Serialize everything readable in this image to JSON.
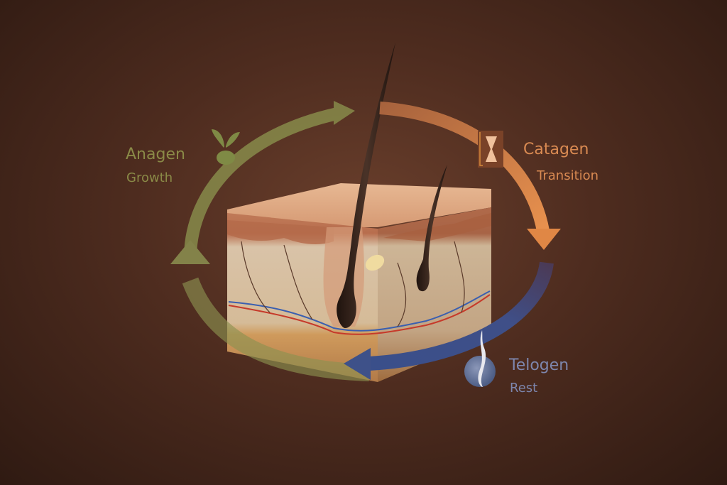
{
  "diagram": {
    "subject": "Hair growth cycle around skin cross-section",
    "phases": [
      {
        "name": "Anagen",
        "description": "Growth",
        "icon": "sprout-icon",
        "color": "#8a8a47"
      },
      {
        "name": "Catagen",
        "description": "Transition",
        "icon": "hourglass-icon",
        "color": "#d98a52"
      },
      {
        "name": "Telogen",
        "description": "Rest",
        "icon": "droplet-flame-icon",
        "color": "#7d86ad"
      }
    ],
    "colors": {
      "background": "#4e2c1f",
      "anagen_arrow": "#8c8f4c",
      "catagen_arrow": "#d98447",
      "telogen_arrow": "#3d4f86",
      "skin_top": "#e3ae88",
      "hair": "#2e1d16"
    }
  }
}
